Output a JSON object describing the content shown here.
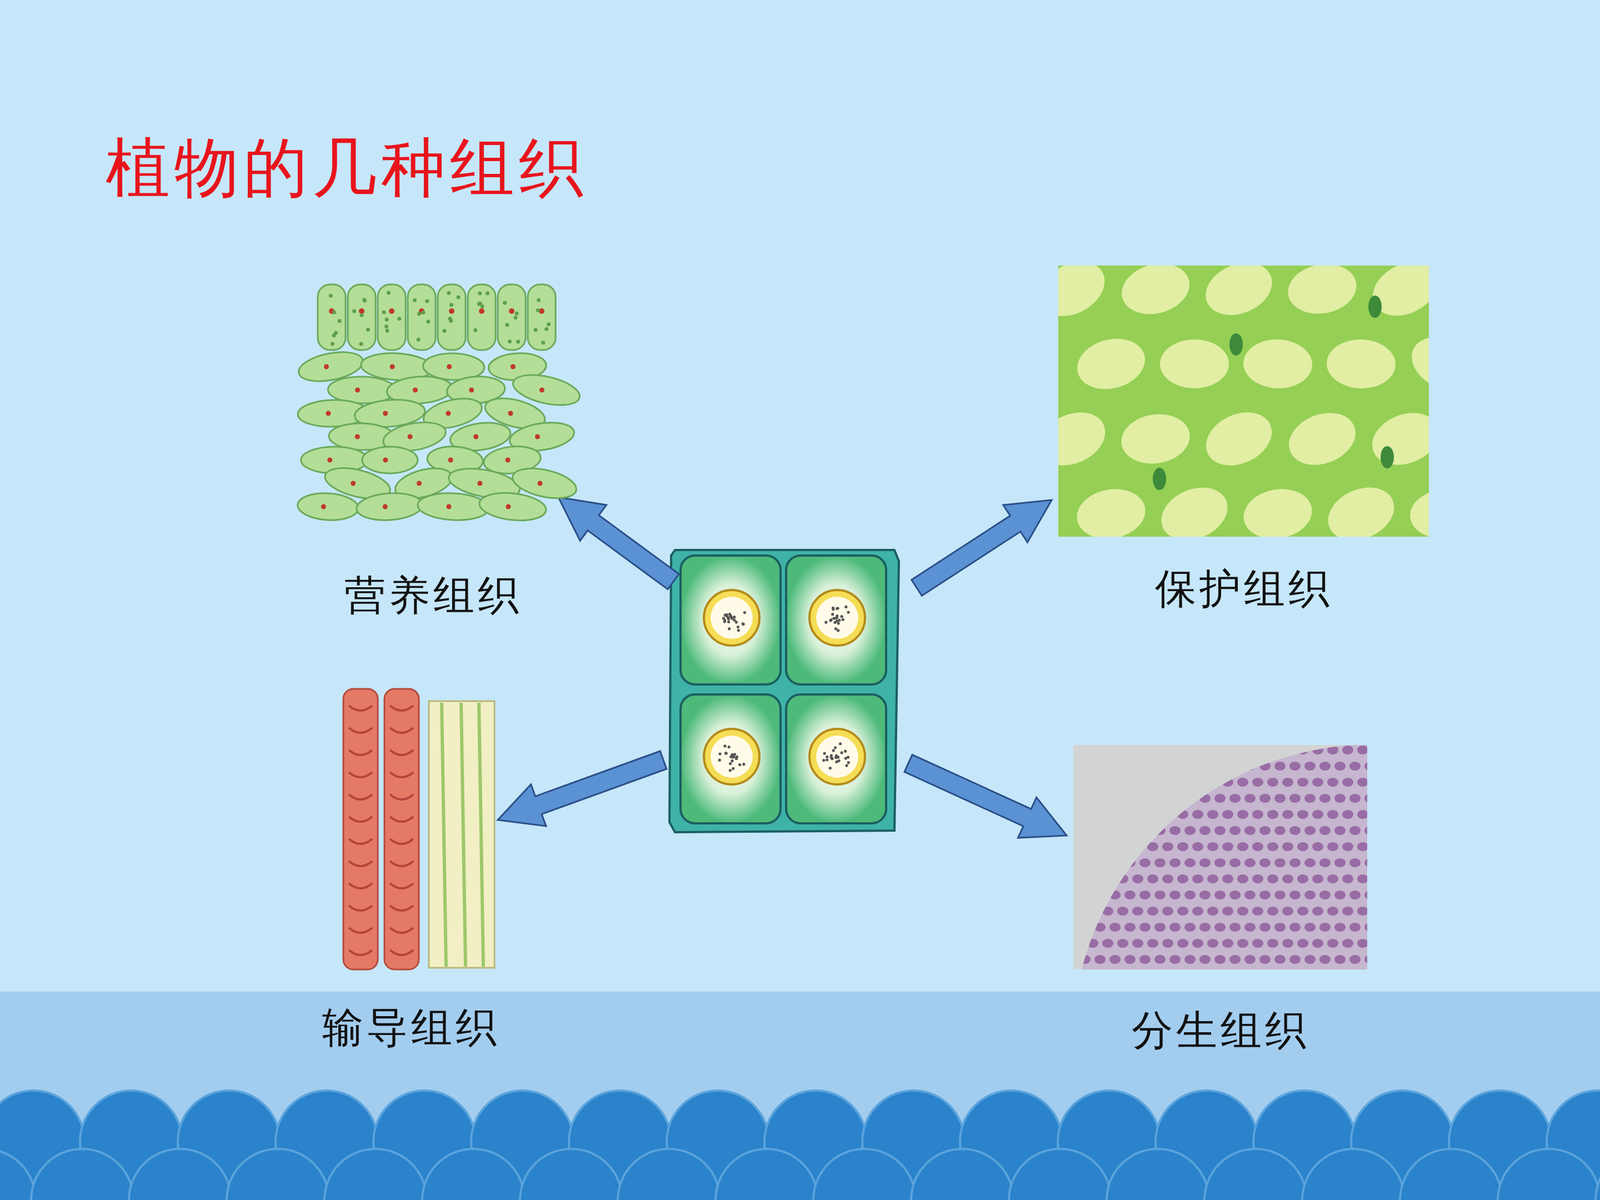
{
  "diagram": {
    "title": "植物的几种组织",
    "nodes": [
      {
        "text": [
          "营养组织"
        ]
      },
      {
        "text": [
          "保护组织"
        ]
      },
      {
        "text": [
          "输导组织"
        ]
      },
      {
        "text": [
          "分生组织"
        ]
      }
    ]
  }
}
